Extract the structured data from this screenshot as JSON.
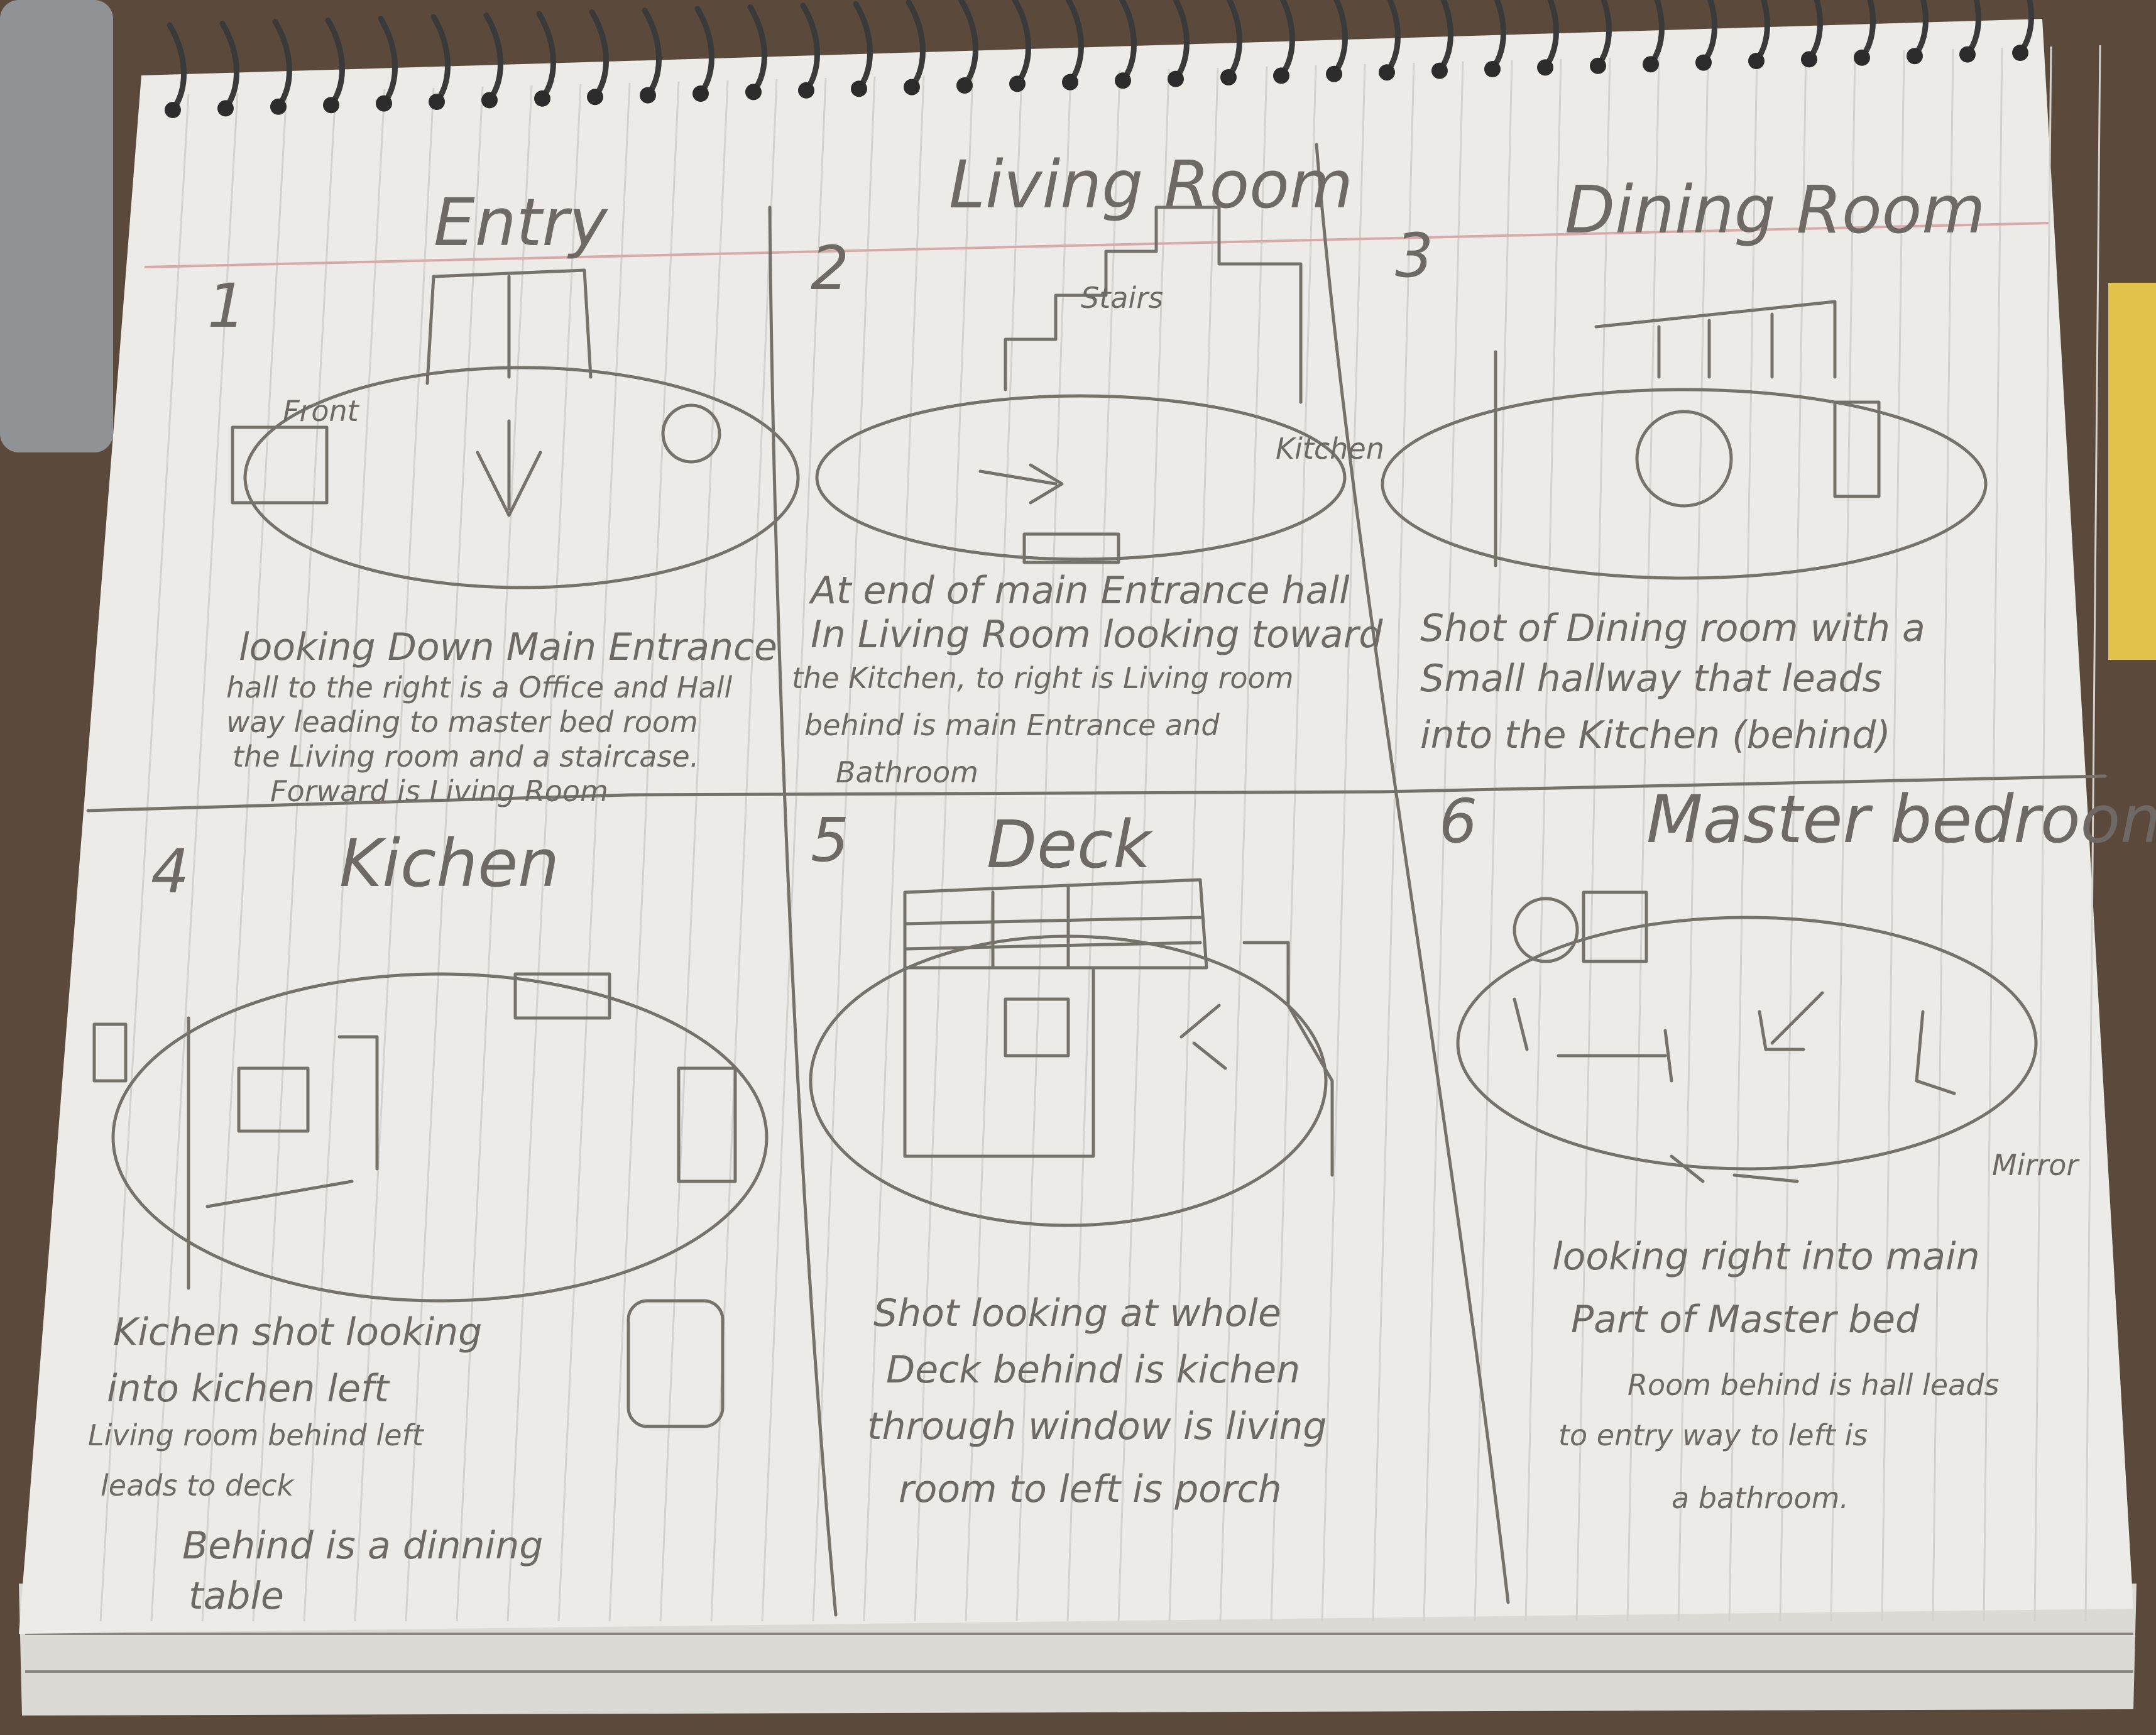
{
  "panels": [
    {
      "number": "1",
      "title": "Entry",
      "caption": [
        "looking Down Main Entrance",
        "hall to the right is a Office and Hall",
        "way leading to master bed room",
        "the Living room and a staircase.",
        "Forward is Living Room"
      ],
      "labels": [
        "Front"
      ]
    },
    {
      "number": "2",
      "title": "Living Room",
      "caption": [
        "At end of main Entrance hall",
        "In Living Room looking toward",
        "the Kitchen, to right is Living room",
        "behind is main Entrance and",
        "Bathroom"
      ],
      "labels": [
        "Stairs",
        "Kitchen"
      ]
    },
    {
      "number": "3",
      "title": "Dining Room",
      "caption": [
        "Shot of Dining room with a",
        "Small hallway that leads",
        "into the Kitchen (behind)"
      ],
      "labels": []
    },
    {
      "number": "4",
      "title": "Kichen",
      "caption": [
        "Kichen shot looking",
        "into kichen left",
        "Living room behind left",
        "leads to deck",
        "Behind is a dinning",
        "table"
      ],
      "labels": []
    },
    {
      "number": "5",
      "title": "Deck",
      "caption": [
        "Shot looking at whole",
        "Deck behind is kichen",
        "through window is living",
        "room to left is porch"
      ],
      "labels": []
    },
    {
      "number": "6",
      "title": "Master bedroom",
      "caption": [
        "looking right into main",
        "Part of Master bed",
        "Room behind is hall leads",
        "to entry way to left is",
        "a bathroom."
      ],
      "labels": [
        "Mirror"
      ]
    }
  ],
  "colors": {
    "paper": "#ecebe7",
    "ink": "#6e6964",
    "desk": "#5b4a3c",
    "spiral": "#3a3a3a"
  }
}
